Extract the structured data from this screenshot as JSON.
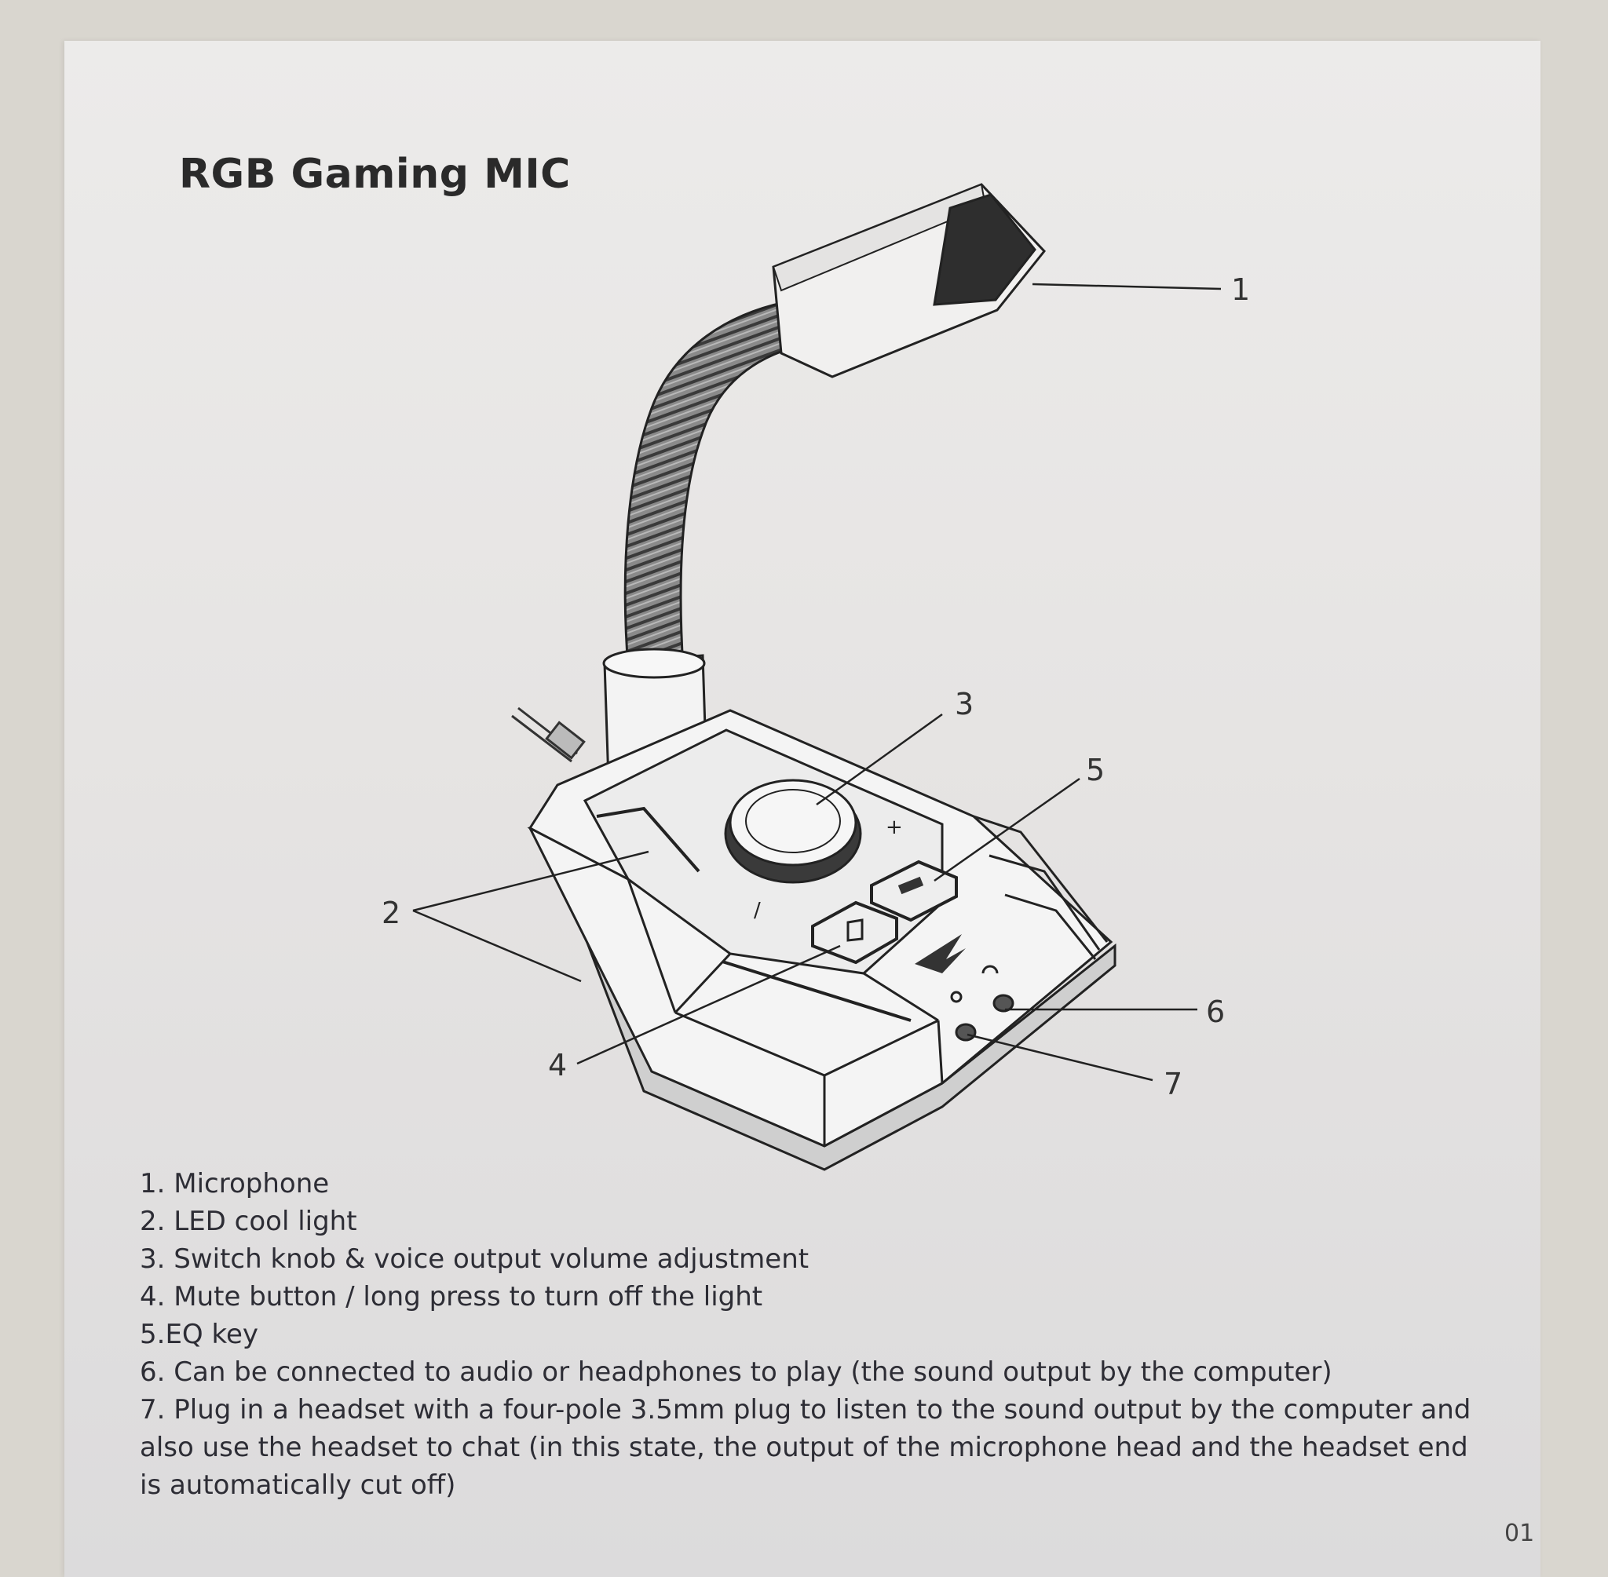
{
  "title": "RGB Gaming MIC",
  "callouts": {
    "c1": "1",
    "c2": "2",
    "c3": "3",
    "c4": "4",
    "c5": "5",
    "c6": "6",
    "c7": "7"
  },
  "panel_glyphs": {
    "plus": "+",
    "minus": "/"
  },
  "legend": [
    "1. Microphone",
    "2. LED cool light",
    "3. Switch knob & voice output volume adjustment",
    "4. Mute button / long press to turn off the light",
    "5.EQ key",
    "6. Can be connected to audio or headphones to play (the sound output by the computer)",
    "7. Plug in a headset with a four-pole 3.5mm plug to listen to the sound output by the computer and also use the headset to chat (in this state, the output of the microphone head and the headset end is automatically cut off)"
  ],
  "page_number": "01",
  "icons": {
    "logo": "hawk-logo-icon",
    "mute": "mute-icon",
    "eq": "eq-icon",
    "headphone_port": "headphone-port-icon",
    "headset_port": "headset-port-icon"
  }
}
